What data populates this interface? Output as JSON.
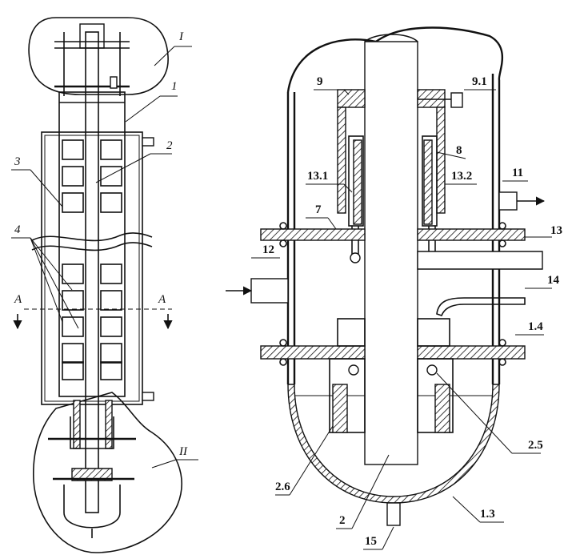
{
  "left_figure": {
    "callouts": {
      "detail_top": "I",
      "item_1": "1",
      "item_2": "2",
      "item_3": "3",
      "item_4": "4",
      "section_left": "A",
      "section_right": "A",
      "detail_bottom": "II"
    }
  },
  "right_figure": {
    "callouts": {
      "item_9": "9",
      "item_9_1": "9.1",
      "item_8": "8",
      "item_11": "11",
      "item_13_1": "13.1",
      "item_13_2": "13.2",
      "item_7": "7",
      "item_13": "13",
      "item_12": "12",
      "item_14": "14",
      "item_1_4": "1.4",
      "item_2_5": "2.5",
      "item_2_6": "2.6",
      "item_2": "2",
      "item_1_3": "1.3",
      "item_15": "15"
    }
  }
}
